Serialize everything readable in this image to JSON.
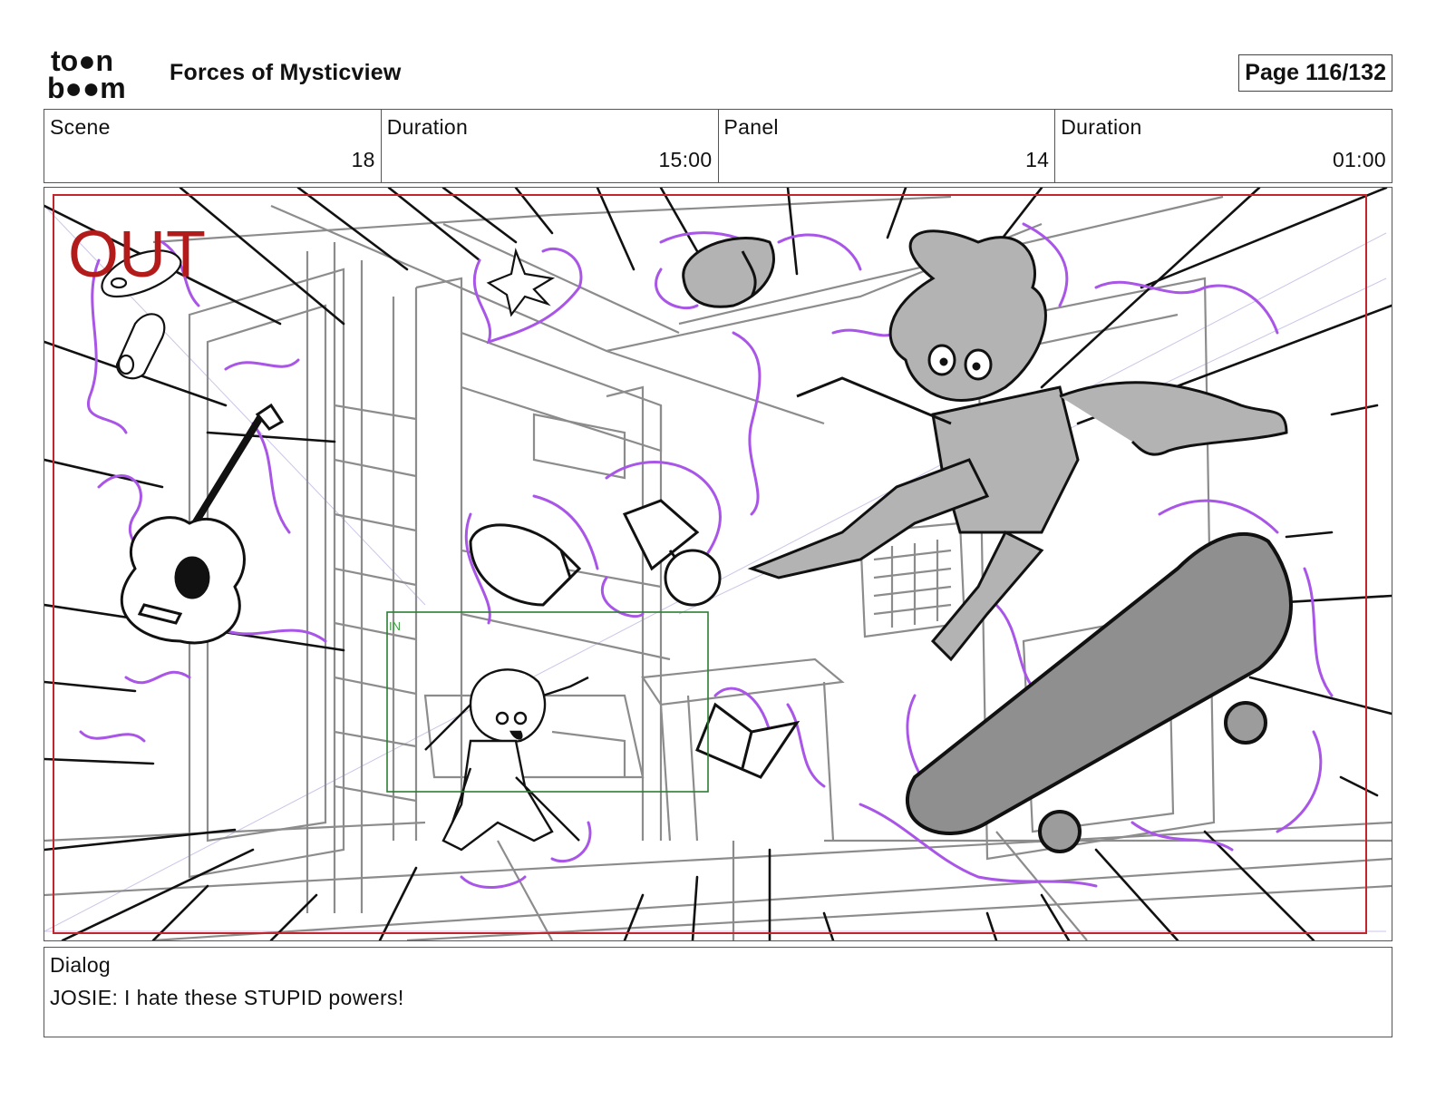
{
  "header": {
    "logo_text": [
      "to●n",
      "b●●m"
    ],
    "title": "Forces of Mysticview",
    "page": "Page 116/132"
  },
  "info": [
    {
      "label": "Scene",
      "value": "18"
    },
    {
      "label": "Duration",
      "value": "15:00"
    },
    {
      "label": "Panel",
      "value": "14"
    },
    {
      "label": "Duration",
      "value": "01:00"
    }
  ],
  "panel": {
    "out_label": "OUT",
    "in_label": "IN",
    "colors": {
      "frame": "#c0262b",
      "magic": "#a855e8",
      "in_frame": "#2e7d32",
      "sketch": "#222222",
      "fill": "#b3b3b3"
    }
  },
  "dialog": {
    "label": "Dialog",
    "text": "JOSIE: I hate these STUPID powers!"
  }
}
